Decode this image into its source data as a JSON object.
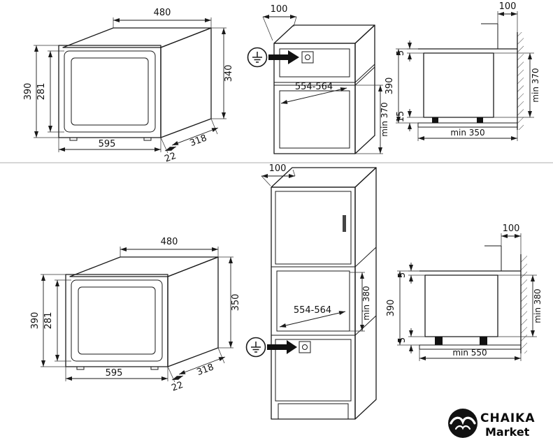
{
  "colors": {
    "line": "#1a1a1a",
    "background": "#ffffff",
    "logo_black": "#111111"
  },
  "top_row": {
    "oven": {
      "top_width": "480",
      "door_height": "390",
      "window_height": "281",
      "door_width": "595",
      "frame_depth": "22",
      "body_depth": "318",
      "body_height": "340"
    },
    "cabinet": {
      "top_depth": "100",
      "niche_width": "554-564",
      "niche_height": "min 370"
    },
    "section": {
      "wall_gap": "100",
      "top_gap": "5",
      "front_height": "390",
      "bottom_gap": "15",
      "niche_height": "min 370",
      "base_width": "min 350"
    }
  },
  "bottom_row": {
    "oven": {
      "top_width": "480",
      "door_height": "390",
      "window_height": "281",
      "door_width": "595",
      "frame_depth": "22",
      "body_depth": "318",
      "body_height": "350"
    },
    "cabinet": {
      "top_depth": "100",
      "niche_width": "554-564",
      "niche_height": "min 380"
    },
    "section": {
      "wall_gap": "100",
      "top_gap": "5",
      "front_height": "390",
      "bottom_gap": "5",
      "niche_height": "min 380",
      "base_width": "min 550"
    }
  },
  "logo": {
    "name": "CHAIKA",
    "subname": "Market"
  }
}
